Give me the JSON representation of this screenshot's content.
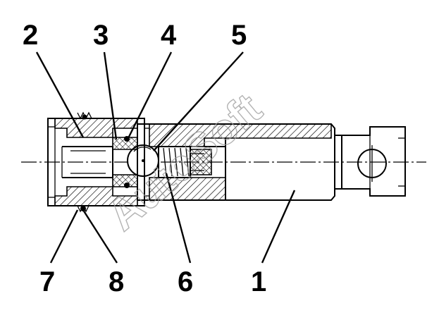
{
  "callouts": [
    {
      "id": "2",
      "label": "2"
    },
    {
      "id": "3",
      "label": "3"
    },
    {
      "id": "4",
      "label": "4"
    },
    {
      "id": "5",
      "label": "5"
    },
    {
      "id": "7",
      "label": "7"
    },
    {
      "id": "8",
      "label": "8"
    },
    {
      "id": "6",
      "label": "6"
    },
    {
      "id": "1",
      "label": "1"
    }
  ],
  "watermark": "AutoSoft",
  "colors": {
    "ink": "#000000",
    "background": "#ffffff",
    "watermark": "#9a9a9a"
  }
}
